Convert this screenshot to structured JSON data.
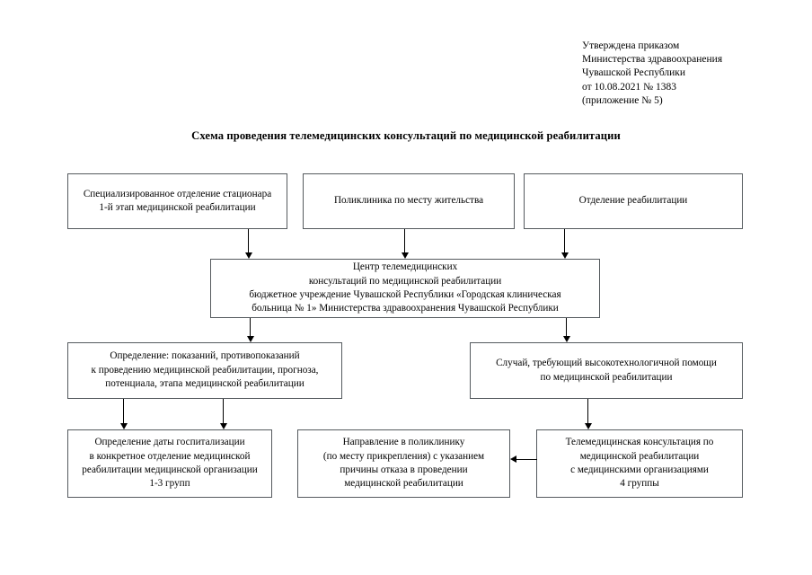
{
  "approval": {
    "lines": [
      "Утверждена приказом",
      "Министерства здравоохранения",
      "Чувашской Республики",
      "от 10.08.2021 № 1383",
      "(приложение № 5)"
    ]
  },
  "title": "Схема проведения телемедицинских консультаций по медицинской реабилитации",
  "diagram": {
    "type": "flowchart",
    "boxes": [
      {
        "id": "stationary",
        "lines": [
          "Специализированное отделение стационара",
          "1-й этап медицинской реабилитации"
        ]
      },
      {
        "id": "policlinic",
        "lines": [
          "Поликлиника по месту жительства"
        ]
      },
      {
        "id": "rehab_dept",
        "lines": [
          "Отделение реабилитации"
        ]
      },
      {
        "id": "center",
        "lines": [
          "Центр телемедицинских",
          "консультаций по медицинской реабилитации",
          "бюджетное учреждение Чувашской Республики «Городская клиническая",
          "больница № 1» Министерства здравоохранения Чувашской Республики"
        ]
      },
      {
        "id": "determination",
        "lines": [
          "Определение: показаний, противопоказаний",
          "к проведению медицинской реабилитации, прогноза,",
          "потенциала, этапа медицинской реабилитации"
        ]
      },
      {
        "id": "highfield",
        "lines": [
          "Случай, требующий высокотехнологичной помощи",
          "по медицинской реабилитации"
        ]
      },
      {
        "id": "hosp_date",
        "lines": [
          "Определение даты госпитализации",
          "в конкретное отделение медицинской",
          "реабилитации медицинской организации",
          "1-3 групп"
        ]
      },
      {
        "id": "referral",
        "lines": [
          "Направление в поликлинику",
          "(по месту прикрепления) с указанием",
          "причины отказа в проведении",
          "медицинской реабилитации"
        ]
      },
      {
        "id": "teleconsult",
        "lines": [
          "Телемедицинская консультация по",
          "медицинской реабилитации",
          "с медицинскими организациями",
          "4 группы"
        ]
      }
    ],
    "edges": [
      {
        "from": "stationary",
        "to": "center",
        "direction": "down"
      },
      {
        "from": "policlinic",
        "to": "center",
        "direction": "down"
      },
      {
        "from": "rehab_dept",
        "to": "center",
        "direction": "down"
      },
      {
        "from": "center",
        "to": "determination",
        "direction": "down"
      },
      {
        "from": "center",
        "to": "highfield",
        "direction": "down"
      },
      {
        "from": "determination",
        "to": "hosp_date",
        "direction": "down"
      },
      {
        "from": "determination",
        "to": "referral",
        "direction": "down"
      },
      {
        "from": "highfield",
        "to": "teleconsult",
        "direction": "down"
      },
      {
        "from": "teleconsult",
        "to": "referral",
        "direction": "left"
      }
    ]
  },
  "colors": {
    "box_border": "#555a5e",
    "connector": "#000000",
    "text": "#000000",
    "background": "#ffffff"
  }
}
